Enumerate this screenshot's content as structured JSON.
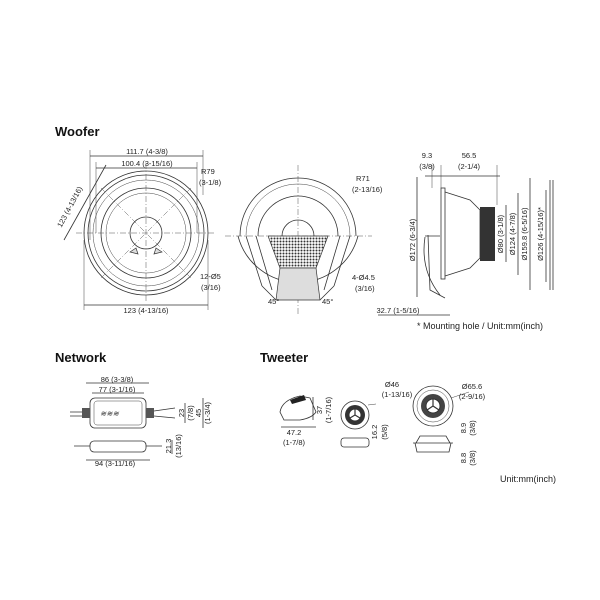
{
  "sections": {
    "woofer": "Woofer",
    "network": "Network",
    "tweeter": "Tweeter"
  },
  "woofer": {
    "front": {
      "width_outer": "111.7 (4-3/8)",
      "width_inner": "100.4 (3-15/16)",
      "radius": "R79",
      "radius_in": "(3-1/8)",
      "diag": "123 (4-13/16)",
      "holes": "12-Ø5",
      "holes_in": "(3/16)",
      "bottom": "123 (4-13/16)"
    },
    "rear": {
      "radius": "R71",
      "radius_in": "(2-13/16)",
      "holes": "4-Ø4.5",
      "holes_in": "(3/16)",
      "angle_left": "45°",
      "angle_right": "45°"
    },
    "side": {
      "flange": "9.3",
      "flange_in": "(3/8)",
      "depth": "56.5",
      "depth_in": "(2-1/4)",
      "dia172": "Ø172 (6-3/4)",
      "dia80": "Ø80 (3-1/8)",
      "dia124": "Ø124 (4-7/8)",
      "dia159": "Ø159.8 (6-5/16)",
      "dia126": "Ø126 (4-15/16)*",
      "grille": "32.7 (1-5/16)"
    },
    "note": "* Mounting hole / Unit:mm(inch)"
  },
  "network": {
    "w86": "86 (3-3/8)",
    "w77": "77 (3-1/16)",
    "h23": "23",
    "h23_in": "(7/8)",
    "h45": "45",
    "h45_in": "(1-3/4)",
    "h21": "21.3",
    "h21_in": "(13/16)",
    "w94": "94 (3-11/16)"
  },
  "tweeter": {
    "h37": "37",
    "h37_in": "(1-7/16)",
    "w47": "47.2",
    "w47_in": "(1-7/8)",
    "d46": "Ø46",
    "d46_in": "(1-13/16)",
    "h16": "16.2",
    "h16_in": "(5/8)",
    "d65": "Ø65.6",
    "d65_in": "(2-9/16)",
    "h89": "8.9",
    "h89_in": "(3/8)",
    "h88": "8.8",
    "h88_in": "(3/8)"
  },
  "unit_note": "Unit:mm(inch)"
}
